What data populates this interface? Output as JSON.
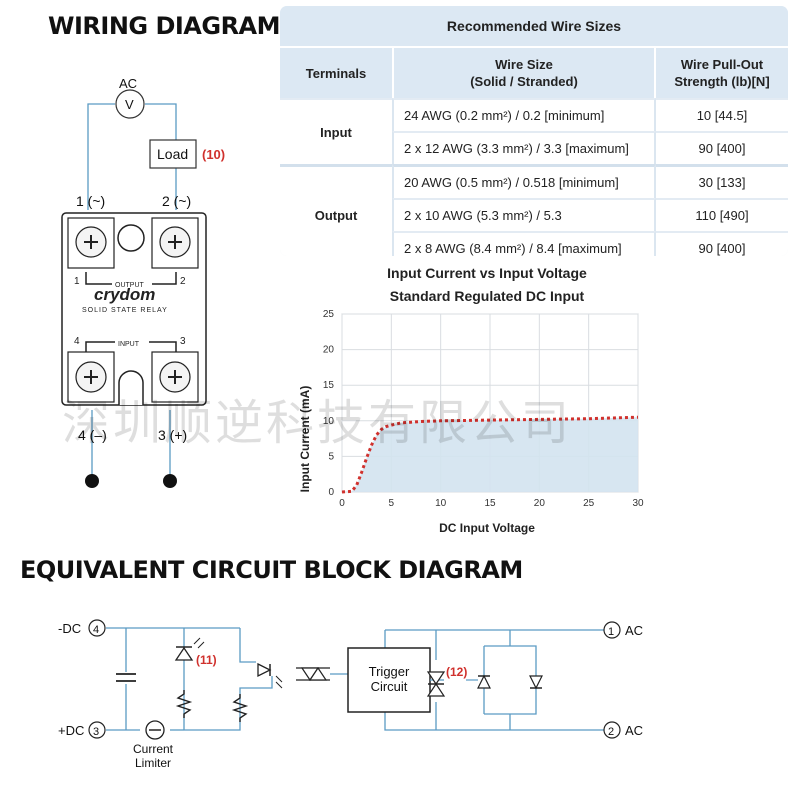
{
  "wiring": {
    "title": "WIRING DIAGRAM",
    "ac": "AC",
    "voltmeter": "V",
    "load": "Load",
    "load_note": "(10)",
    "terminal_1": "1 (~)",
    "terminal_2": "2 (~)",
    "terminal_4": "4 (–)",
    "terminal_3": "3 (+)",
    "relay": {
      "output_label": "OUTPUT",
      "input_label": "INPUT",
      "brand": "crydom",
      "subtitle": "SOLID STATE RELAY",
      "num_1": "1",
      "num_2": "2",
      "num_3": "3",
      "num_4": "4"
    }
  },
  "wire_table": {
    "title": "Recommended Wire Sizes",
    "col_terminals": "Terminals",
    "col_wire_size_1": "Wire Size",
    "col_wire_size_2": "(Solid / Stranded)",
    "col_pullout_1": "Wire Pull-Out",
    "col_pullout_2": "Strength (lb)[N]",
    "input_group": "Input",
    "output_group": "Output",
    "rows": [
      {
        "size": "24 AWG (0.2 mm²) / 0.2  [minimum]",
        "strength": "10 [44.5]"
      },
      {
        "size": "2 x 12 AWG (3.3 mm²) / 3.3  [maximum]",
        "strength": "90 [400]"
      },
      {
        "size": "20 AWG (0.5 mm²) / 0.518  [minimum]",
        "strength": "30 [133]"
      },
      {
        "size": "2 x 10 AWG (5.3 mm²) / 5.3",
        "strength": "110 [490]"
      },
      {
        "size": "2 x 8 AWG (8.4 mm²) / 8.4  [maximum]",
        "strength": "90 [400]"
      }
    ]
  },
  "chart_data": {
    "type": "area",
    "title": "Input Current vs Input Voltage",
    "subtitle": "Standard Regulated DC Input",
    "xlabel": "DC Input Voltage",
    "ylabel": "Input Current (mA)",
    "xlim": [
      0,
      30
    ],
    "ylim": [
      0,
      25
    ],
    "x_ticks": [
      0,
      5,
      10,
      15,
      20,
      25,
      30
    ],
    "y_ticks": [
      0,
      5,
      10,
      15,
      20,
      25
    ],
    "grid": true,
    "line_color": "#d0312d",
    "fill_color": "#d3e3ef",
    "series": [
      {
        "x": [
          0,
          1,
          1.5,
          2,
          2.5,
          3,
          3.5,
          4,
          4.5,
          5,
          6,
          8,
          10,
          15,
          20,
          25,
          30
        ],
        "y": [
          0,
          0.1,
          1.0,
          2.8,
          4.8,
          6.6,
          8.0,
          8.8,
          9.2,
          9.4,
          9.7,
          9.9,
          10.0,
          10.1,
          10.2,
          10.3,
          10.5
        ]
      }
    ]
  },
  "equivalent": {
    "title": "EQUIVALENT CIRCUIT BLOCK DIAGRAM",
    "dc_neg": "-DC",
    "dc_pos": "+DC",
    "term_4": "4",
    "term_3": "3",
    "term_1": "1",
    "term_2": "2",
    "ac_1": "AC",
    "ac_2": "AC",
    "note_11": "(11)",
    "note_12": "(12)",
    "trigger_1": "Trigger",
    "trigger_2": "Circuit",
    "limiter_1": "Current",
    "limiter_2": "Limiter"
  },
  "watermark": "深圳顺逆科技有限公司"
}
